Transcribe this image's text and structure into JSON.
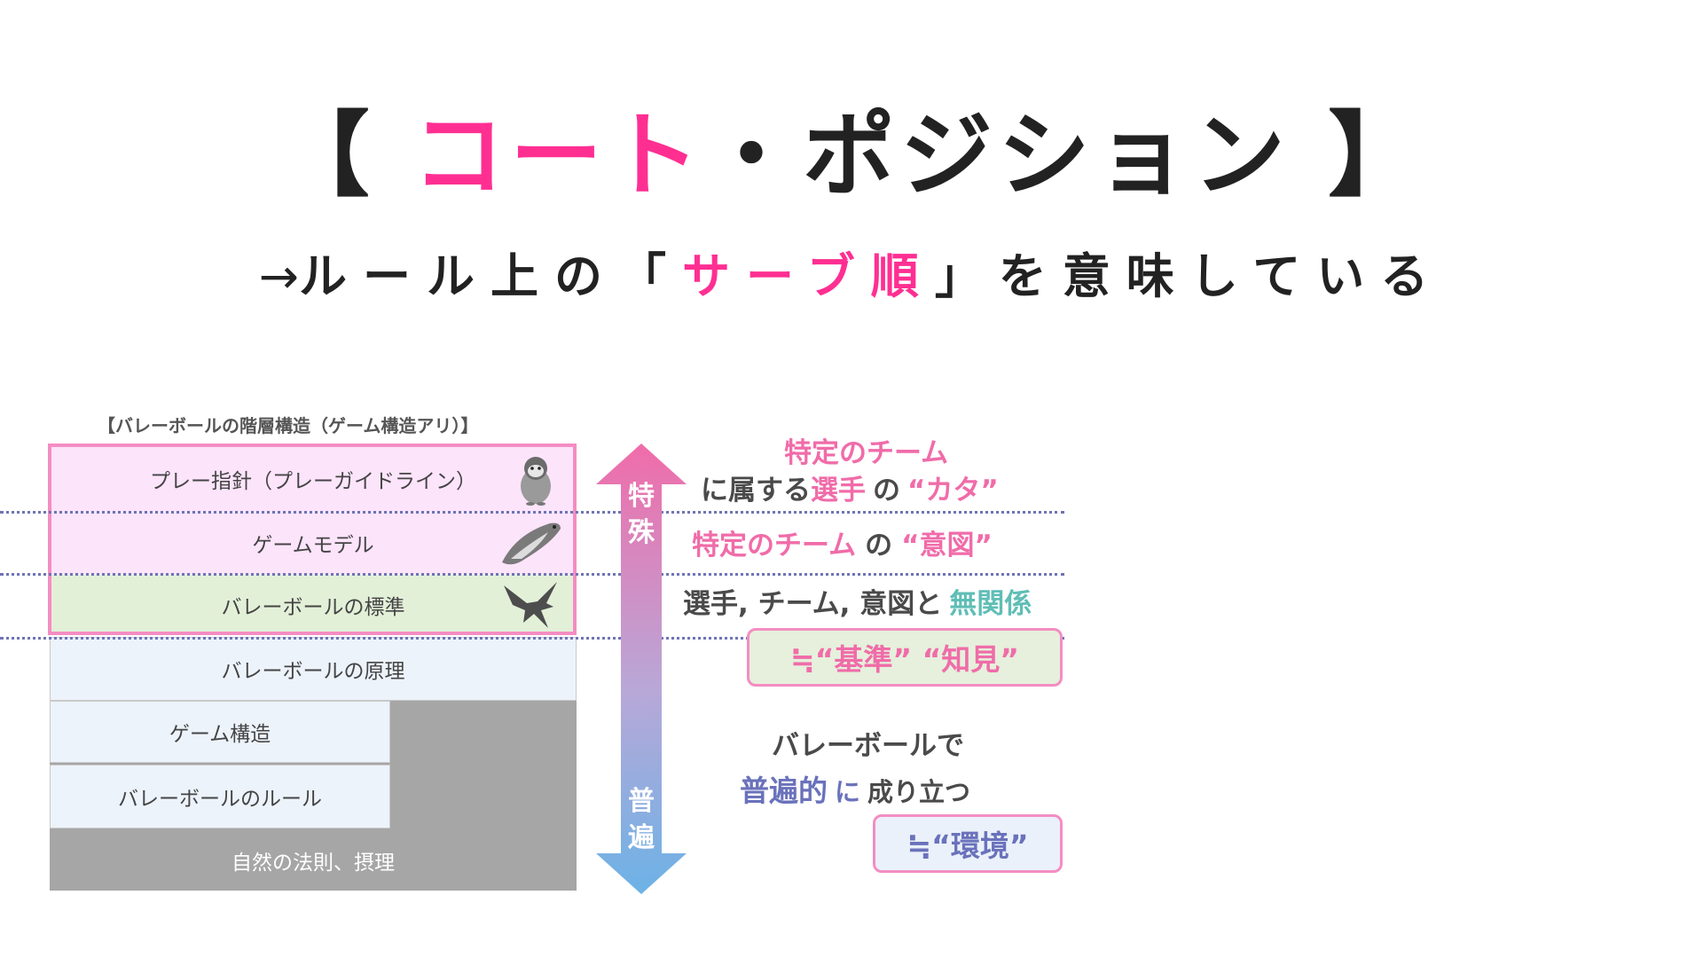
{
  "title": {
    "open": "【 ",
    "highlight": "コート",
    "rest": "・ポジション",
    "close": " 】"
  },
  "subtitle": {
    "arrow": "→",
    "before": "ルール上の「",
    "highlight": "サーブ順",
    "after": "」を意味している"
  },
  "hierarchy": {
    "caption": "【バレーボールの階層構造（ゲーム構造アリ）】",
    "layers": [
      {
        "label": "プレー指針（プレーガイドライン）",
        "icon": "penguin-chick-icon"
      },
      {
        "label": "ゲームモデル",
        "icon": "swimming-penguin-icon"
      },
      {
        "label": "バレーボールの標準",
        "icon": "eagle-icon"
      },
      {
        "label": "バレーボールの原理"
      },
      {
        "label": "ゲーム構造"
      },
      {
        "label": "バレーボールのルール"
      },
      {
        "label": "自然の法則、摂理"
      }
    ]
  },
  "axis": {
    "top": "特殊",
    "bottom": "普遍"
  },
  "annotations": {
    "a1_line1": "特定のチーム",
    "a1_line2_pre": "に属する",
    "a1_line2_key": "選手",
    "a1_line2_mid": "の",
    "a1_line2_quote": "“カタ”",
    "a2_key": "特定のチーム",
    "a2_mid": "の",
    "a2_quote": "“意図”",
    "a3_pre": "選手, チーム, 意図と",
    "a3_key": "無関係",
    "a3_box": "≒“基準” “知見”",
    "a4_line1": "バレーボールで",
    "a4_key": "普遍的",
    "a4_mid": "に",
    "a4_post": "成り立つ",
    "a4_box": "≒“環境”"
  },
  "colors": {
    "accent_pink": "#ff2f92",
    "soft_pink": "#f06ca9",
    "teal": "#5fbeb6",
    "blue_purple": "#6a72bb",
    "dotted_line": "#6e74b4"
  }
}
